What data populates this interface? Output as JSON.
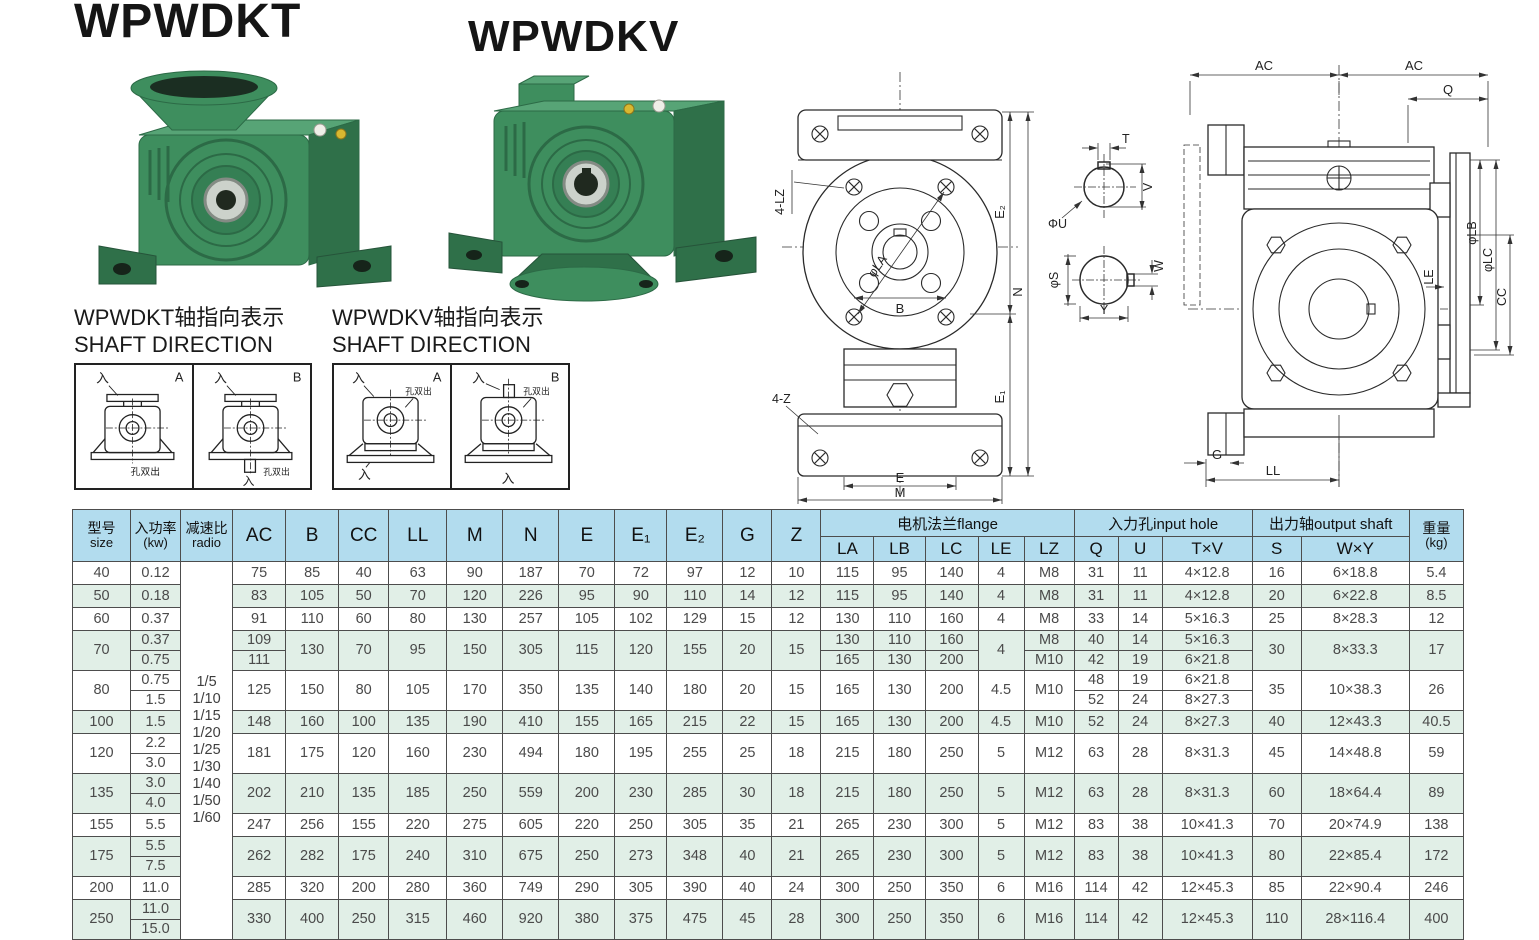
{
  "titles": {
    "left": "WPWDKT",
    "right": "WPWDKV"
  },
  "shaft_sections": [
    {
      "heading_cn": "WPWDKT轴指向表示",
      "heading_en": "SHAFT DIRECTION"
    },
    {
      "heading_cn": "WPWDKV轴指向表示",
      "heading_en": "SHAFT DIRECTION"
    }
  ],
  "diagram_labels": {
    "in": "入",
    "out": "孔双出",
    "a": "A",
    "b": "B"
  },
  "front_view": {
    "lz4": "4-LZ",
    "la": "φLA",
    "b": "B",
    "e2": "E₂",
    "n": "N",
    "e1": "E₁",
    "z4": "4-Z",
    "e": "E",
    "m": "M"
  },
  "sections_view": {
    "t": "T",
    "v": "V",
    "u": "ΦU",
    "s": "φS",
    "w": "W",
    "y": "Y"
  },
  "side_view": {
    "ac1": "AC",
    "ac2": "AC",
    "q": "Q",
    "lb": "φLB",
    "lc": "φLC",
    "le": "LE",
    "cc": "CC",
    "g": "G",
    "ll": "LL"
  },
  "colors": {
    "header_blue": "#b2dcee",
    "row_green": "#e1efe7",
    "body_green": "#3e8e5e"
  },
  "table": {
    "header": {
      "size_cn": "型号",
      "size_en": "size",
      "power_cn": "入功率",
      "power_en": "(kw)",
      "ratio_cn": "减速比",
      "ratio_en": "radio",
      "cols": [
        "AC",
        "B",
        "CC",
        "LL",
        "M",
        "N",
        "E",
        "E₁",
        "E₂",
        "G",
        "Z"
      ],
      "flange_group": "电机法兰flange",
      "input_group": "入力孔input hole",
      "output_group": "出力轴output shaft",
      "weight_cn": "重量",
      "weight_en": "(kg)",
      "sub": [
        "LA",
        "LB",
        "LC",
        "LE",
        "LZ",
        "Q",
        "U",
        "T×V",
        "S",
        "W×Y"
      ]
    },
    "ratio_values": [
      "1/5",
      "1/10",
      "1/15",
      "1/20",
      "1/25",
      "1/30",
      "1/40",
      "1/50",
      "1/60"
    ],
    "rows": [
      [
        "40",
        "0.12",
        "75",
        "85",
        "40",
        "63",
        "90",
        "187",
        "70",
        "72",
        "97",
        "12",
        "10",
        "115",
        "95",
        "140",
        "4",
        "M8",
        "31",
        "11",
        "4×12.8",
        "16",
        "6×18.8",
        "5.4"
      ],
      [
        "50",
        "0.18",
        "83",
        "105",
        "50",
        "70",
        "120",
        "226",
        "95",
        "90",
        "110",
        "14",
        "12",
        "115",
        "95",
        "140",
        "4",
        "M8",
        "31",
        "11",
        "4×12.8",
        "20",
        "6×22.8",
        "8.5"
      ],
      [
        "60",
        "0.37",
        "91",
        "110",
        "60",
        "80",
        "130",
        "257",
        "105",
        "102",
        "129",
        "15",
        "12",
        "130",
        "110",
        "160",
        "4",
        "M8",
        "33",
        "14",
        "5×16.3",
        "25",
        "8×28.3",
        "12"
      ],
      [
        "70",
        "0.37",
        "109",
        "130",
        "70",
        "95",
        "150",
        "305",
        "115",
        "120",
        "155",
        "20",
        "15",
        "130",
        "110",
        "160",
        "4",
        "M8",
        "40",
        "14",
        "5×16.3",
        "30",
        "8×33.3",
        "17"
      ],
      [
        "0.75",
        "111",
        "165",
        "130",
        "200",
        "M10",
        "42",
        "19",
        "6×21.8"
      ],
      [
        "80",
        "0.75",
        "125",
        "150",
        "80",
        "105",
        "170",
        "350",
        "135",
        "140",
        "180",
        "20",
        "15",
        "165",
        "130",
        "200",
        "4.5",
        "M10",
        "48",
        "19",
        "6×21.8",
        "35",
        "10×38.3",
        "26"
      ],
      [
        "1.5",
        "52",
        "24",
        "8×27.3"
      ],
      [
        "100",
        "1.5",
        "148",
        "160",
        "100",
        "135",
        "190",
        "410",
        "155",
        "165",
        "215",
        "22",
        "15",
        "165",
        "130",
        "200",
        "4.5",
        "M10",
        "52",
        "24",
        "8×27.3",
        "40",
        "12×43.3",
        "40.5"
      ],
      [
        "120",
        "2.2",
        "181",
        "175",
        "120",
        "160",
        "230",
        "494",
        "180",
        "195",
        "255",
        "25",
        "18",
        "215",
        "180",
        "250",
        "5",
        "M12",
        "63",
        "28",
        "8×31.3",
        "45",
        "14×48.8",
        "59"
      ],
      [
        "3.0"
      ],
      [
        "135",
        "3.0",
        "202",
        "210",
        "135",
        "185",
        "250",
        "559",
        "200",
        "230",
        "285",
        "30",
        "18",
        "215",
        "180",
        "250",
        "5",
        "M12",
        "63",
        "28",
        "8×31.3",
        "60",
        "18×64.4",
        "89"
      ],
      [
        "4.0"
      ],
      [
        "155",
        "5.5",
        "247",
        "256",
        "155",
        "220",
        "275",
        "605",
        "220",
        "250",
        "305",
        "35",
        "21",
        "265",
        "230",
        "300",
        "5",
        "M12",
        "83",
        "38",
        "10×41.3",
        "70",
        "20×74.9",
        "138"
      ],
      [
        "175",
        "5.5",
        "262",
        "282",
        "175",
        "240",
        "310",
        "675",
        "250",
        "273",
        "348",
        "40",
        "21",
        "265",
        "230",
        "300",
        "5",
        "M12",
        "83",
        "38",
        "10×41.3",
        "80",
        "22×85.4",
        "172"
      ],
      [
        "7.5"
      ],
      [
        "200",
        "11.0",
        "285",
        "320",
        "200",
        "280",
        "360",
        "749",
        "290",
        "305",
        "390",
        "40",
        "24",
        "300",
        "250",
        "350",
        "6",
        "M16",
        "114",
        "42",
        "12×45.3",
        "85",
        "22×90.4",
        "246"
      ],
      [
        "250",
        "11.0",
        "330",
        "400",
        "250",
        "315",
        "460",
        "920",
        "380",
        "375",
        "475",
        "45",
        "28",
        "300",
        "250",
        "350",
        "6",
        "M16",
        "114",
        "42",
        "12×45.3",
        "110",
        "28×116.4",
        "400"
      ],
      [
        "15.0"
      ]
    ]
  }
}
